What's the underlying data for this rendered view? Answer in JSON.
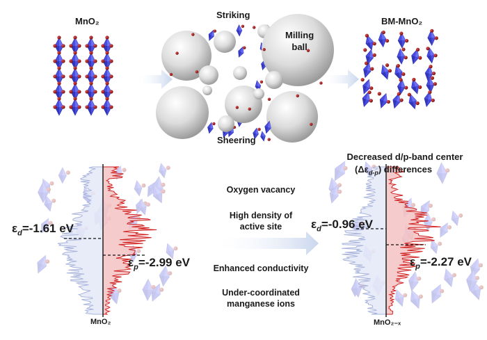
{
  "top": {
    "mno2_label": "MnO₂",
    "bm_label": "BM-MnO₂",
    "striking": "Striking",
    "milling_ball": "Milling\nball",
    "sheering": "Sheering"
  },
  "middle": {
    "items": [
      "Oxygen vacancy",
      "High density of\nactive site",
      "Enhanced conductivity",
      "Under-coordinated\nmanganese ions"
    ]
  },
  "left_panel": {
    "ed_label": "ε",
    "ed_sub": "d",
    "ed_value": "=-1.61 eV",
    "ep_label": "ε",
    "ep_sub": "p",
    "ep_value": "=-2.99 eV",
    "axis_label": "MnO₂"
  },
  "right_panel": {
    "title_line1": "Decreased d/p-band center",
    "title_line2_pre": "(Δε",
    "title_line2_sub": "d-p",
    "title_line2_post": ") differences",
    "ed_label": "ε",
    "ed_sub": "d",
    "ed_value": "=-0.96 eV",
    "ep_label": "ε",
    "ep_sub": "p",
    "ep_value": "=-2.27 eV",
    "axis_label": "MnO₂₋ₓ"
  },
  "colors": {
    "octahedron": "#4a4ee0",
    "octahedron_dark": "#2a2eb0",
    "oxygen": "#a81818",
    "ball": "#d8d8d8",
    "dos_blue": "#a9b4dc",
    "dos_red": "#d02020",
    "arrow": "#dce6f4"
  }
}
